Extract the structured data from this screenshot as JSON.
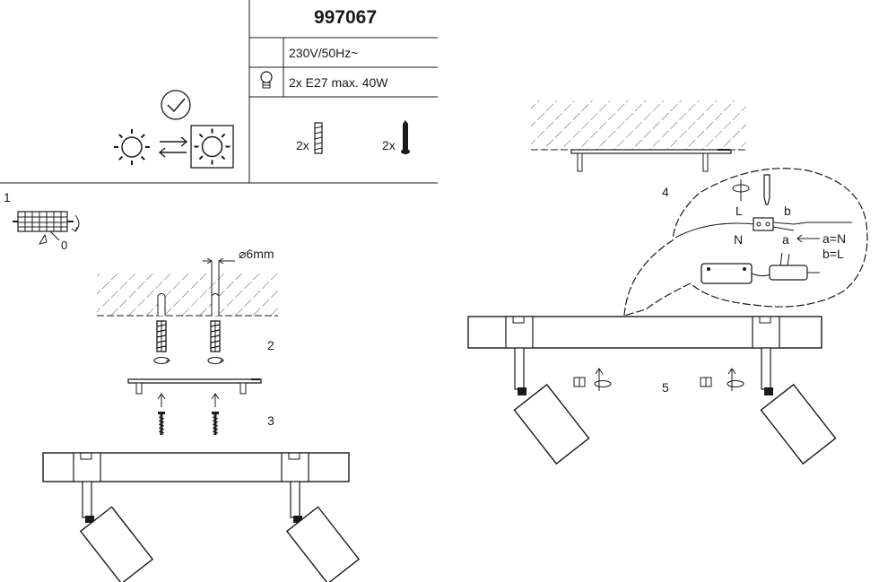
{
  "header": {
    "model_number": "997067",
    "voltage": "230V/50Hz~",
    "bulb_spec": "2x E27 max. 40W",
    "plug_count": "2x",
    "screw_count": "2x"
  },
  "steps": {
    "step1": "1",
    "step1_zero": "0",
    "step2": "2",
    "step3": "3",
    "step4": "4",
    "step5": "5"
  },
  "drill": {
    "diameter_label": "⌀6mm"
  },
  "wiring": {
    "label_L": "L",
    "label_N": "N",
    "label_b": "b",
    "label_a": "a",
    "a_eq_N": "a=N",
    "b_eq_L": "b=L"
  },
  "icons": [
    "check-circle-icon",
    "sun-icon",
    "swap-arrows-icon",
    "boxed-sun-icon",
    "bulb-icon",
    "wall-plug-icon",
    "screw-icon",
    "rotate-arrow-icon",
    "screwdriver-icon"
  ],
  "colors": {
    "ink": "#1a1a1a",
    "paper": "#ffffff",
    "hatch": "#555555"
  }
}
